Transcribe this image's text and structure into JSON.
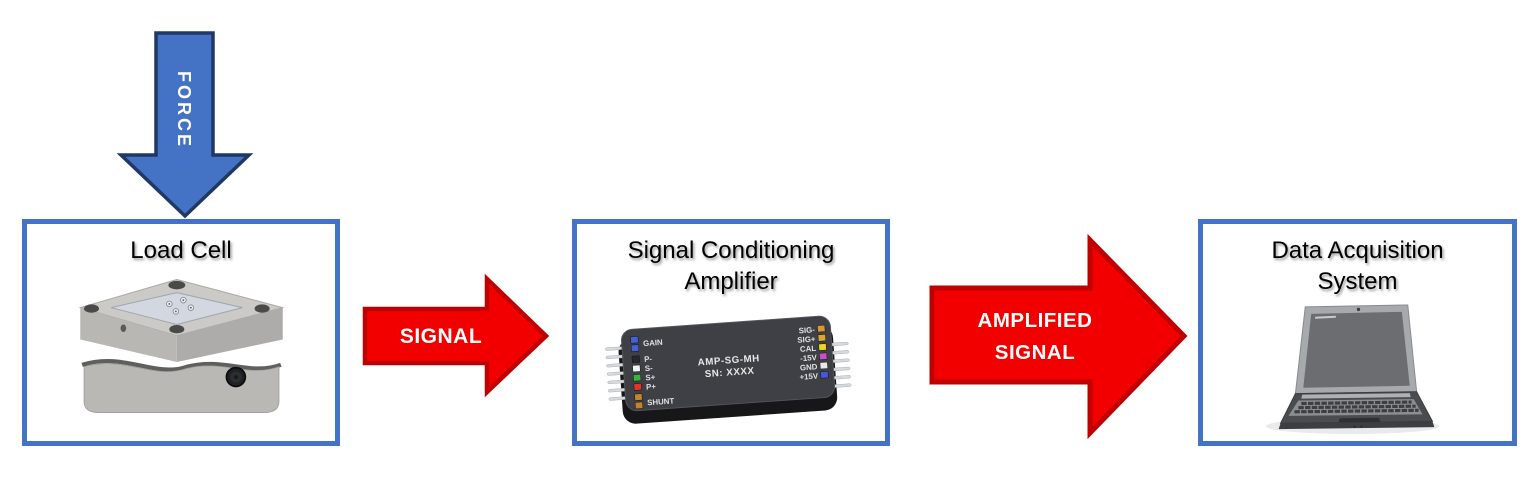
{
  "palette": {
    "background": "#FFFFFF",
    "box_border": "#4472C4",
    "blue_arrow_fill": "#4472C4",
    "blue_arrow_outline": "#1F3864",
    "red_arrow_fill": "#F20000",
    "red_arrow_outline": "#BF0000",
    "title_color": "#000000",
    "arrow_label_color": "#FFFFFF"
  },
  "force_arrow": {
    "label": "FORCE"
  },
  "signal_arrow": {
    "label": "SIGNAL"
  },
  "amplified_signal_arrow": {
    "line1": "AMPLIFIED",
    "line2": "SIGNAL"
  },
  "load_cell_box": {
    "title": "Load Cell"
  },
  "amplifier_box": {
    "title_line1": "Signal Conditioning",
    "title_line2": "Amplifier",
    "module_line1": "AMP-SG-MH",
    "module_line2": "SN: XXXX",
    "left_labels": [
      "GAIN",
      "P-",
      "S-",
      "S+",
      "P+",
      "SHUNT"
    ],
    "left_chip_colors": [
      "#4a5fd0",
      "#26282b",
      "#f2f3f4",
      "#35b93a",
      "#e23428",
      "#c08235"
    ],
    "right_labels": [
      "SIG-",
      "SIG+",
      "CAL",
      "-15V",
      "GND",
      "+15V"
    ],
    "right_chip_colors": [
      "#d89a2e",
      "#d8a832",
      "#ead626",
      "#c94fc9",
      "#e6e8ea",
      "#4a56d6"
    ]
  },
  "daq_box": {
    "title_line1": "Data Acquisition",
    "title_line2": "System"
  }
}
